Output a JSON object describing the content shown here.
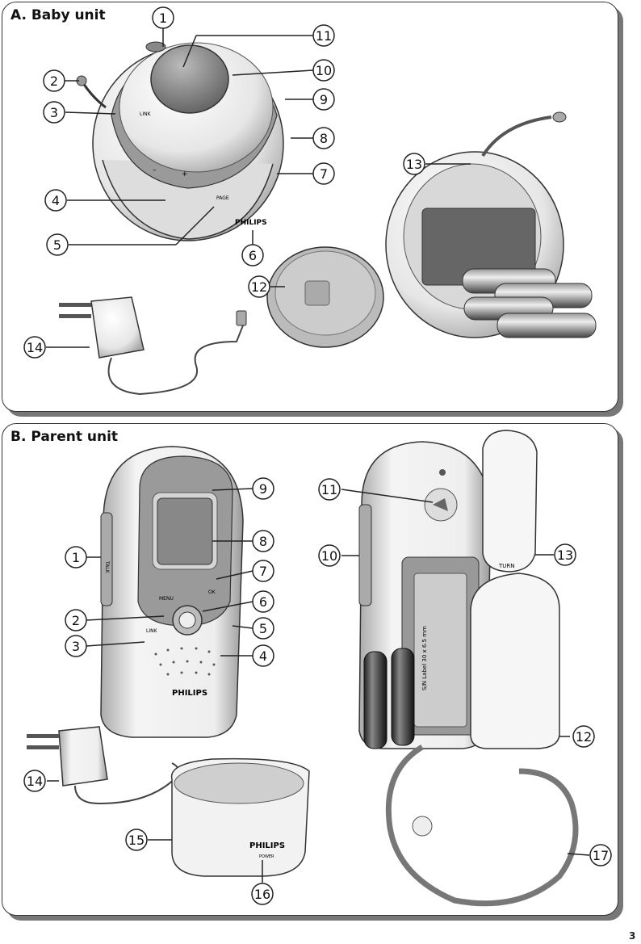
{
  "sections": {
    "baby": {
      "title": "A. Baby unit"
    },
    "parent": {
      "title": "B. Parent unit"
    }
  },
  "labels": {
    "link": "LINK",
    "page": "PAGE",
    "brand": "PHILIPS",
    "minus": "–",
    "plus": "+",
    "menu": "MENU",
    "ok": "OK",
    "talk": "TALK",
    "turn": "TURN",
    "power": "POWER",
    "battery_label": "S/N Label 30 x 6.5 mm"
  },
  "callouts_a": [
    "1",
    "2",
    "3",
    "4",
    "5",
    "6",
    "7",
    "8",
    "9",
    "10",
    "11",
    "12",
    "13",
    "14"
  ],
  "callouts_b": [
    "1",
    "2",
    "3",
    "4",
    "5",
    "6",
    "7",
    "8",
    "9",
    "10",
    "11",
    "12",
    "13",
    "14",
    "15",
    "16",
    "17"
  ],
  "page_number": "3"
}
